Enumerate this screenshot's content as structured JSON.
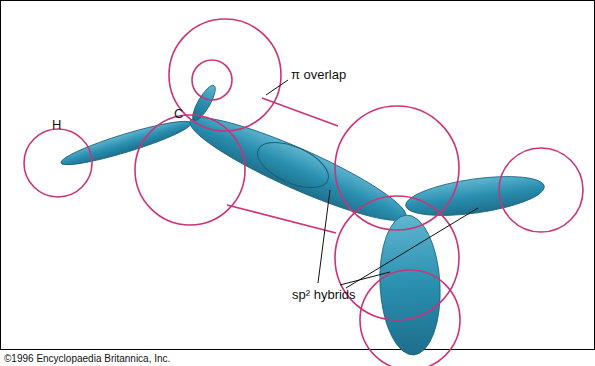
{
  "diagram": {
    "labels": [
      "H",
      "C",
      "π overlap",
      "sp² hybrids",
      "©1996 Encyclopaedia Britannica, Inc."
    ]
  }
}
